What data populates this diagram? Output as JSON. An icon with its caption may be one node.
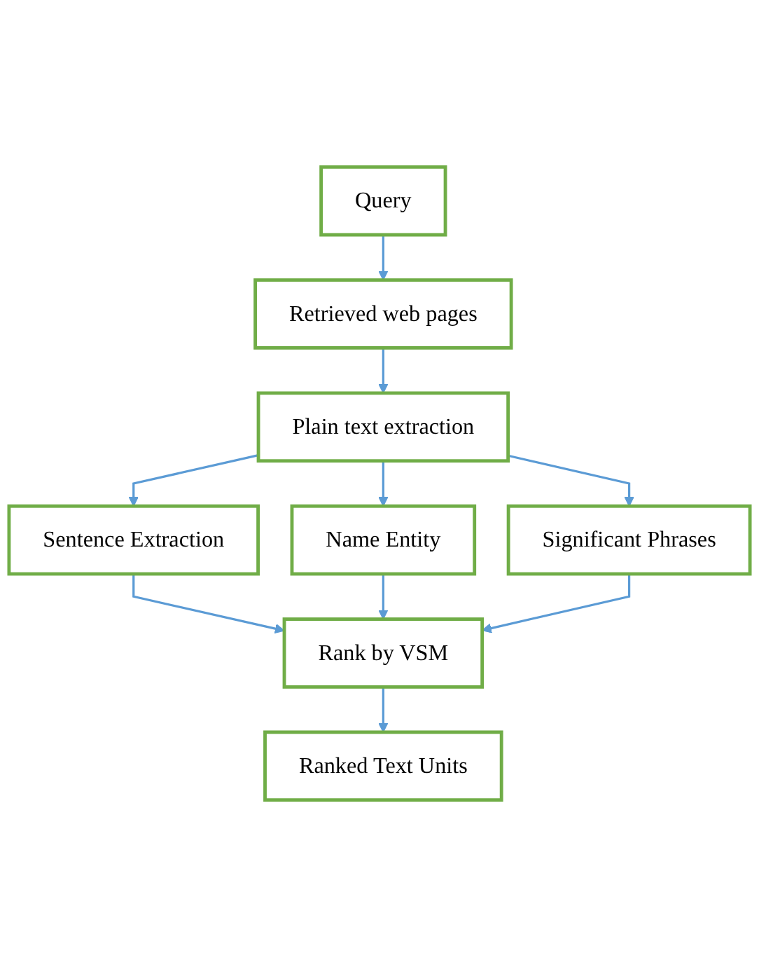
{
  "diagram": {
    "nodes": [
      {
        "text": [
          "Query"
        ]
      },
      {
        "text": [
          "Retrieved web pages"
        ]
      },
      {
        "text": [
          "Plain text extraction"
        ]
      },
      {
        "text": [
          "Sentence Extraction"
        ]
      },
      {
        "text": [
          "Name Entity"
        ]
      },
      {
        "text": [
          "Significant Phrases"
        ]
      },
      {
        "text": [
          "Rank by VSM"
        ]
      },
      {
        "text": [
          "Ranked Text Units"
        ]
      }
    ],
    "edges": [
      {
        "from": 0,
        "to": 1,
        "arrow": "to"
      },
      {
        "from": 1,
        "to": 2,
        "arrow": "to"
      },
      {
        "from": 2,
        "to": 3,
        "arrow": "to"
      },
      {
        "from": 2,
        "to": 4,
        "arrow": "to"
      },
      {
        "from": 2,
        "to": 5,
        "arrow": "to"
      },
      {
        "from": 3,
        "to": 6,
        "arrow": "to"
      },
      {
        "from": 4,
        "to": 6,
        "arrow": "to"
      },
      {
        "from": 5,
        "to": 6,
        "arrow": "to"
      },
      {
        "from": 6,
        "to": 7,
        "arrow": "to"
      }
    ]
  }
}
